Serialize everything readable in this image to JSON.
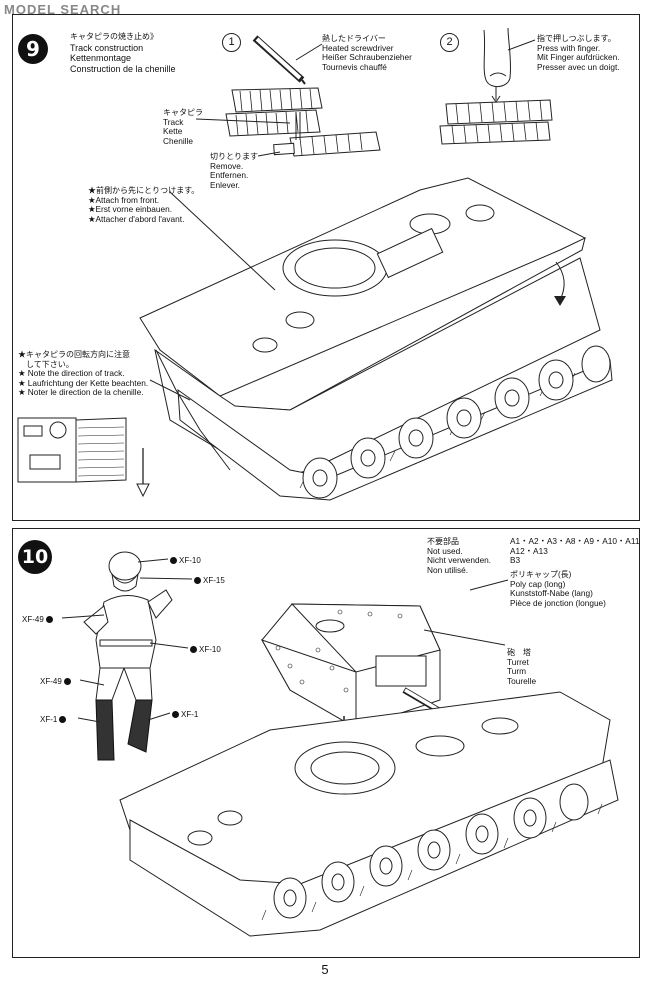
{
  "watermark": {
    "text": "MODEL SEARCH",
    "url": ""
  },
  "step9": {
    "number": "9",
    "title_jp": "キャタピラの焼き止め》",
    "title_en": "Track construction",
    "title_de": "Kettenmontage",
    "title_fr": "Construction de la chenille",
    "circle1": "1",
    "circle2": "2",
    "screwdriver": [
      "熱したドライバー",
      "Heated screwdriver",
      "Heißer Schraubenzieher",
      "Tournevis chauffé"
    ],
    "press": [
      "指で押しつぶします。",
      "Press with finger.",
      "Mit Finger aufdrücken.",
      "Presser avec un doigt."
    ],
    "track": [
      "キャタピラ",
      "Track",
      "Kette",
      "Chenille"
    ],
    "remove": [
      "切りとります",
      "Remove.",
      "Entfernen.",
      "Enlever."
    ],
    "attach": [
      "★前側から先にとりつけます。",
      "★Attach from front.",
      "★Erst vorne einbauen.",
      "★Attacher d'abord l'avant."
    ],
    "direction": [
      "★キャタピラの回転方向に注意",
      "　して下さい。",
      "★ Note the direction of track.",
      "★ Laufrichtung der Kette beachten.",
      "★ Noter le direction de la chenille."
    ]
  },
  "step10": {
    "number": "10",
    "not_used": {
      "labels": [
        "不要部品",
        "Not used.",
        "Nicht verwenden.",
        "Non utilisé."
      ],
      "parts": [
        "A1・A2・A3・A8・A9・A10・A11",
        "A12・A13",
        "B3"
      ]
    },
    "polycap": [
      "ポリキャップ(長)",
      "Poly cap (long)",
      "Kunststoff-Nabe (lang)",
      "Pièce de jonction (longue)"
    ],
    "turret": [
      "砲　塔",
      "Turret",
      "Turm",
      "Tourelle"
    ],
    "paints": [
      {
        "code": "XF-10"
      },
      {
        "code": "XF-15"
      },
      {
        "code": "XF-49"
      },
      {
        "code": "XF-10"
      },
      {
        "code": "XF-49"
      },
      {
        "code": "XF-1"
      },
      {
        "code": "XF-1"
      }
    ]
  },
  "page_number": "5"
}
